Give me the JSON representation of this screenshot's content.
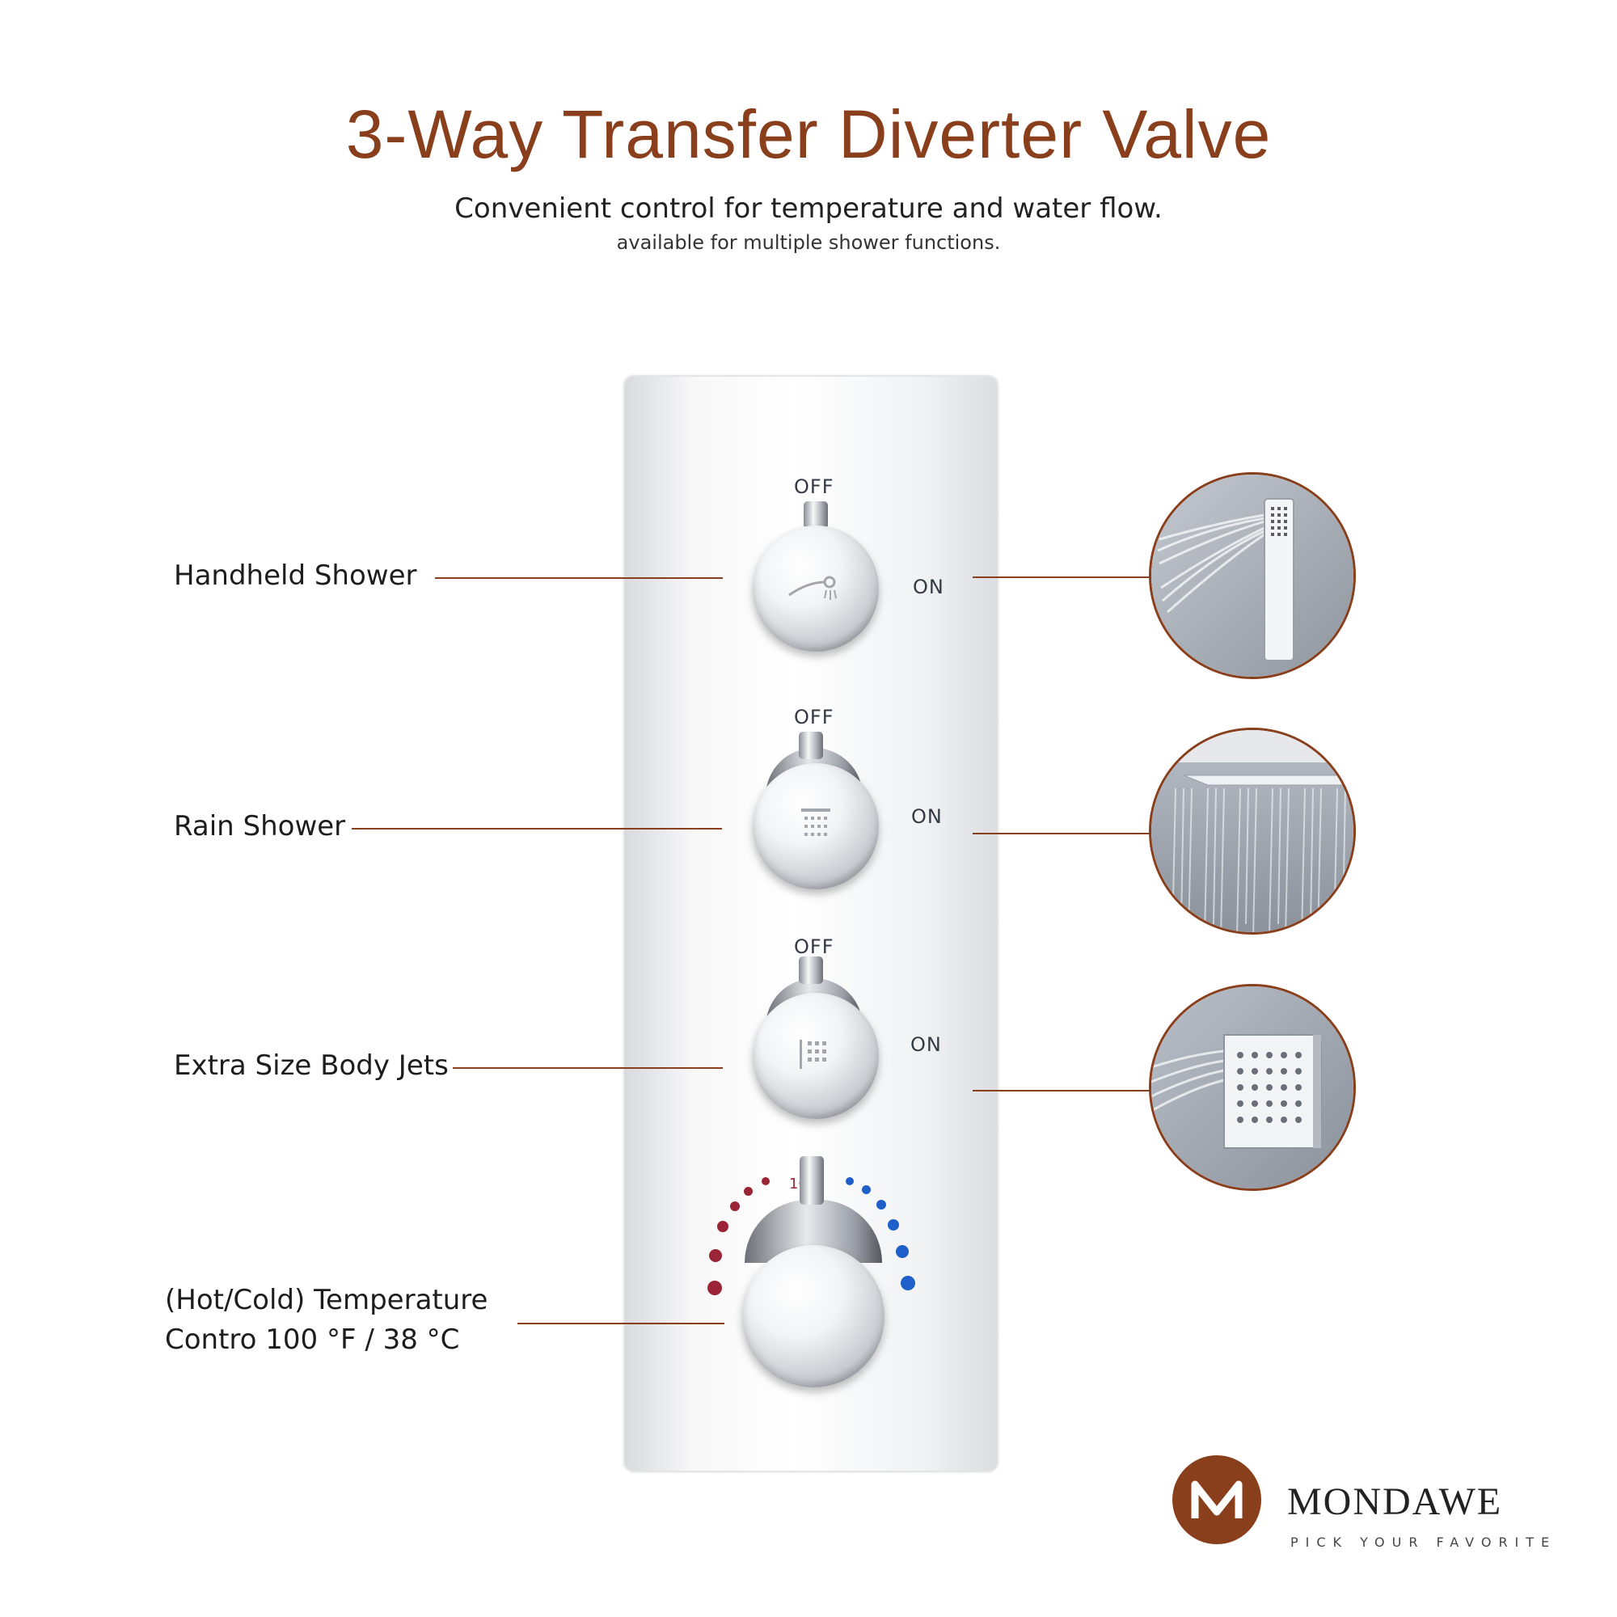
{
  "header": {
    "title": "3-Way Transfer Diverter Valve",
    "subtitle": "Convenient control for temperature and water flow.",
    "subtitle2": "available for multiple shower functions."
  },
  "valves": [
    {
      "name": "Handheld Shower",
      "off_label": "OFF",
      "on_label": "ON",
      "icon": "handheld-shower-icon"
    },
    {
      "name": "Rain Shower",
      "off_label": "OFF",
      "on_label": "ON",
      "icon": "rain-shower-icon"
    },
    {
      "name": "Extra Size Body Jets",
      "off_label": "OFF",
      "on_label": "ON",
      "icon": "body-jets-icon"
    }
  ],
  "temperature": {
    "line1": "(Hot/Cold) Temperature",
    "line2": "Contro 100 °F / 38 °C",
    "dial_label": "100"
  },
  "brand": {
    "name": "MONDAWE",
    "tagline": "PICK YOUR FAVORITE",
    "logo_color": "#8a3f1c"
  },
  "colors": {
    "accent": "#8a3f1c",
    "hot": "#9b2437",
    "cold": "#1f5fc9"
  }
}
